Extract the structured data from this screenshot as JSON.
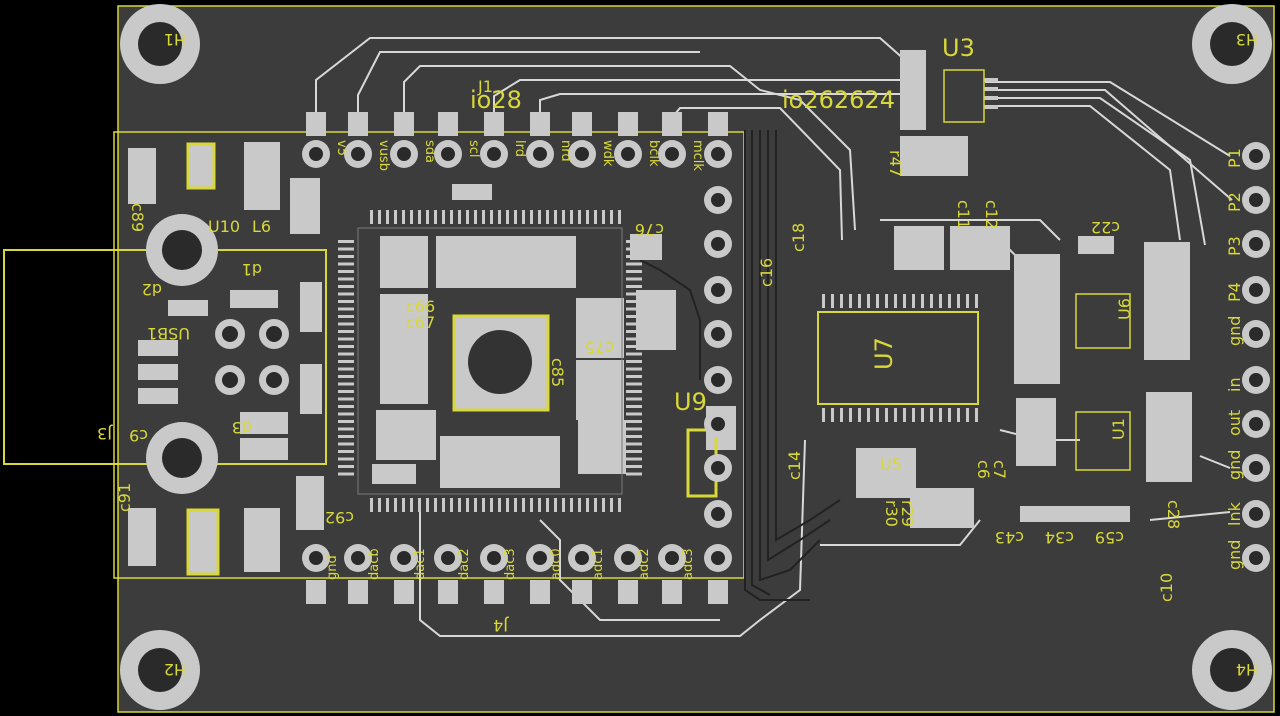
{
  "colors": {
    "background": "#000000",
    "board": "#3c3c3c",
    "copper": "#7f7f7f",
    "trace": "#d8d8d8",
    "pad": "#c9c9c9",
    "drill": "#2a2a2a",
    "silkscreen": "#d8d838",
    "outline": "#d8d838"
  },
  "mounting_holes": {
    "top_left": "H1",
    "top_right": "H3",
    "bottom_left": "H2",
    "bottom_right": "H4"
  },
  "components": {
    "u3": "U3",
    "u7": "U7",
    "u6": "U6",
    "u1": "U1",
    "u9": "U9",
    "u10": "U10",
    "usb": "USB1",
    "j1": "J1",
    "j4": "J4",
    "l6": "L6",
    "io28": "io28",
    "io26": "io262624",
    "j3": "J3",
    "d2": "d2",
    "d1": "d1",
    "d3": "d3",
    "c89": "c89",
    "c91": "c91",
    "c92": "c92",
    "c9": "c9",
    "c66": "c66",
    "c67": "c67",
    "c75": "c75",
    "c85": "c85",
    "c76": "c76",
    "c11": "c11",
    "c12": "c12",
    "c22": "c22",
    "c16": "c16",
    "c18": "c18",
    "c14": "c14",
    "c10": "c10",
    "r47": "r47",
    "r29": "r29",
    "r30": "r30",
    "c6": "c6",
    "c7": "c7",
    "c43": "c43",
    "c34": "c34",
    "c59": "c59",
    "c28": "c28",
    "u5": "U5",
    "usb_in": "in"
  },
  "header_top": [
    "v5",
    "vusb",
    "sda",
    "scl",
    "lrd",
    "nrd",
    "wdk",
    "bclk",
    "mclk"
  ],
  "header_bottom": [
    "gnd",
    "dacb",
    "dac1",
    "dac2",
    "dac3",
    "adc0",
    "adc1",
    "adc2",
    "adc3"
  ],
  "header_right": [
    "P1",
    "P2",
    "P3",
    "P4",
    "gnd",
    "in",
    "out",
    "gnd",
    "lnk",
    "gnd"
  ]
}
